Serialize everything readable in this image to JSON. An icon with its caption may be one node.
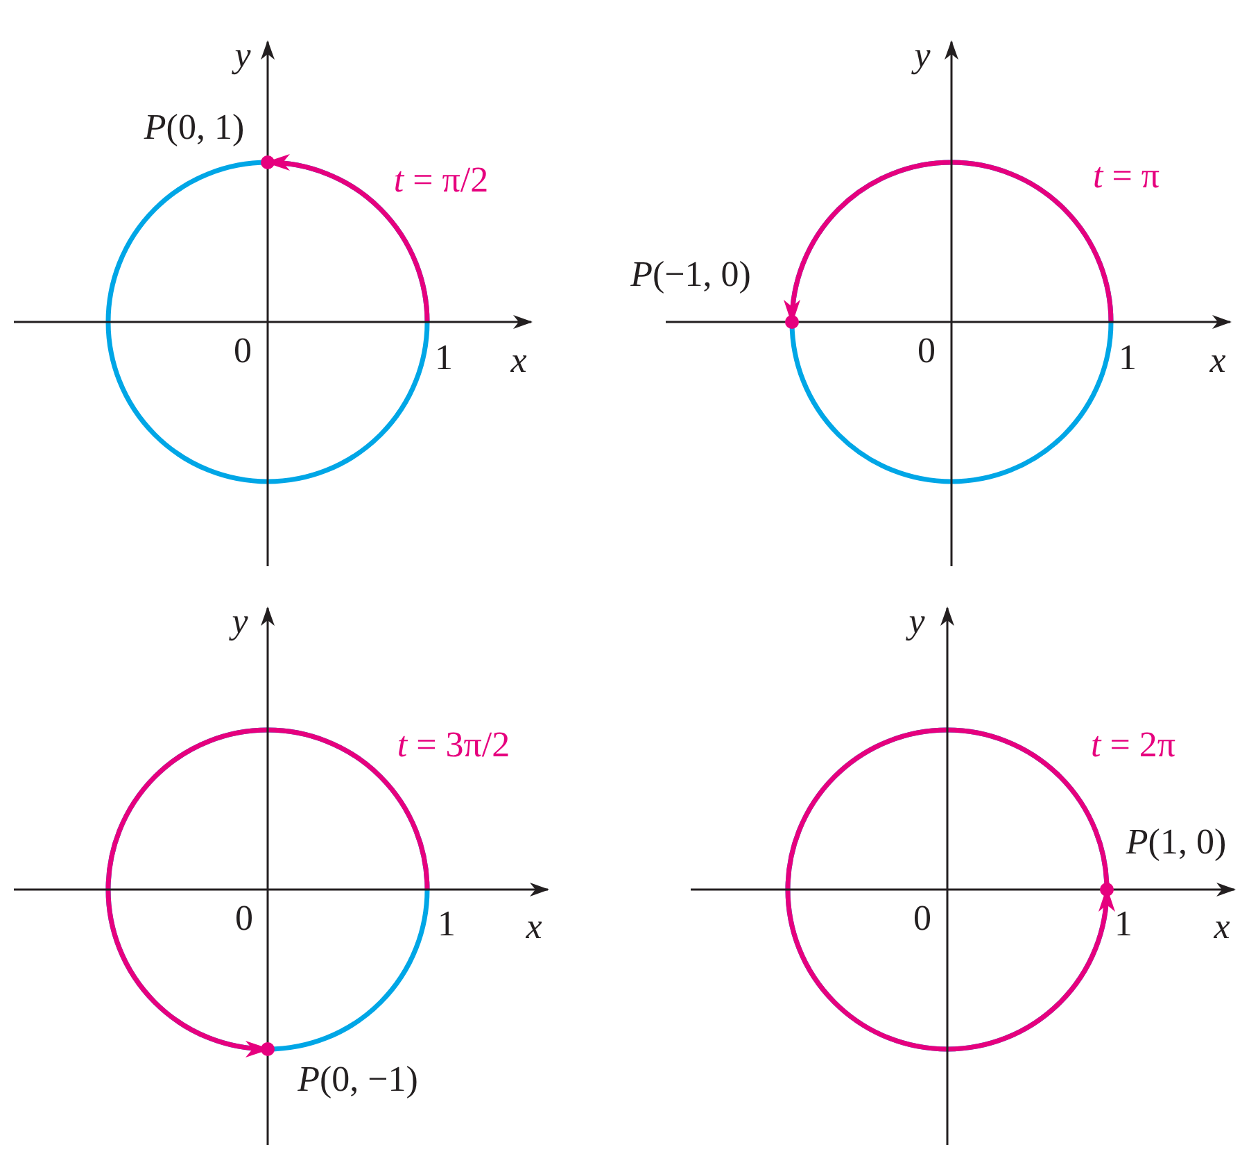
{
  "diagram": {
    "labels": [
      "y",
      "*P*(0, 1)",
      "*t* = π/2",
      "0",
      "1",
      "x",
      "y",
      "*t* = π",
      "*P*(−1, 0)",
      "0",
      "1",
      "x",
      "y",
      "*t* = 3π/2",
      "0",
      "1",
      "x",
      "*P*(0, −1)",
      "y",
      "*t* = 2π",
      "*P*(1, 0)",
      "0",
      "1",
      "x"
    ]
  }
}
